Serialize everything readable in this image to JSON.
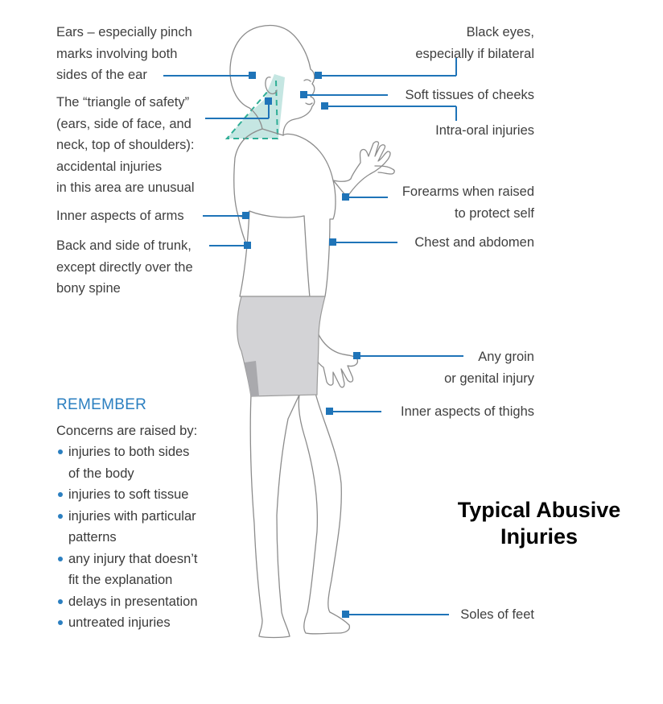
{
  "labels": {
    "ears": [
      "Ears – especially pinch",
      "marks involving both",
      "sides of the ear"
    ],
    "triangle": [
      "The “triangle of safety”",
      "(ears, side of face, and",
      "neck, top of shoulders):",
      "accidental injuries",
      "in this area are unusual"
    ],
    "inner_arms": [
      "Inner aspects of arms"
    ],
    "back_trunk": [
      "Back and side of trunk,",
      "except directly over the",
      "bony spine"
    ],
    "black_eyes": [
      "Black eyes,",
      "especially if bilateral"
    ],
    "cheeks": [
      "Soft tissues of cheeks"
    ],
    "intra_oral": [
      "Intra-oral injuries"
    ],
    "forearms": [
      "Forearms when raised",
      "to protect self"
    ],
    "chest": [
      "Chest and abdomen"
    ],
    "groin": [
      "Any groin",
      "or genital injury"
    ],
    "thighs": [
      "Inner aspects of thighs"
    ],
    "soles": [
      "Soles of feet"
    ]
  },
  "remember": {
    "title": "REMEMBER",
    "intro": "Concerns are raised by:",
    "items": [
      [
        "injuries to both sides",
        "of the body"
      ],
      [
        "injuries to soft tissue"
      ],
      [
        "injuries with particular",
        "patterns"
      ],
      [
        "any injury that doesn’t",
        "fit the explanation"
      ],
      [
        "delays in presentation"
      ],
      [
        "untreated injuries"
      ]
    ]
  },
  "caption": [
    "Typical Abusive",
    "Injuries"
  ],
  "colors": {
    "accent": "#1f74b8",
    "triangle_fill": "#bfe3df",
    "triangle_edge": "#2fae96",
    "shorts": "#d3d3d6",
    "shorts_dark": "#a9a9ad",
    "outline": "#8c8c8c"
  }
}
